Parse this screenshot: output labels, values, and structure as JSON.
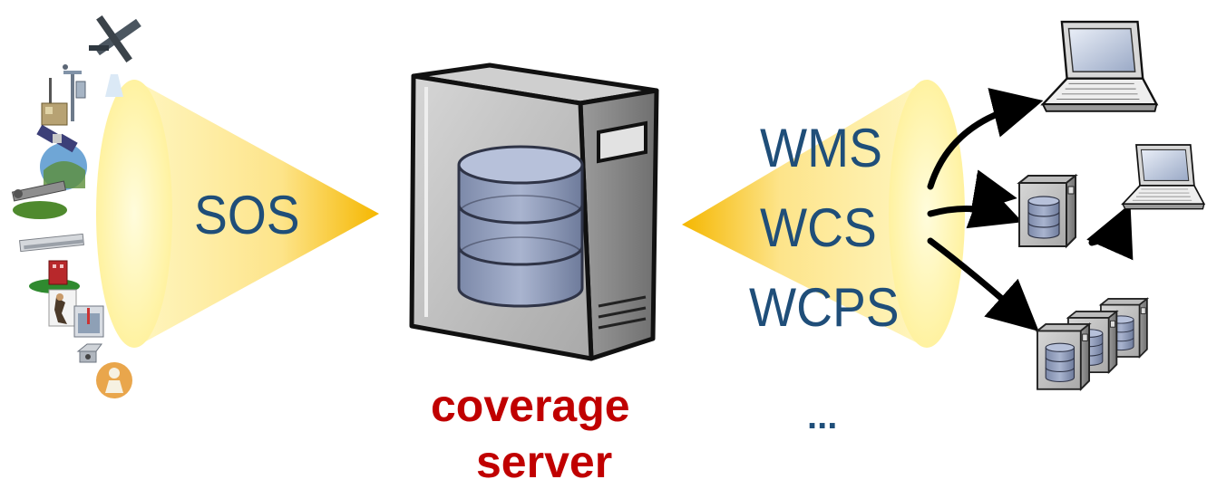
{
  "left_protocol": "SOS",
  "right_protocols": [
    "WMS",
    "WCS",
    "WCPS"
  ],
  "more_protocols": "...",
  "server_caption": {
    "line1": "coverage",
    "line2": "server"
  },
  "colors": {
    "protocol_text": "#1f4e79",
    "caption_text": "#c00000",
    "cone_glow": "#ffe57a",
    "cone_tip": "#f7c21a",
    "server_body": "#c8c8c8",
    "database": "#8a97b5",
    "arrows": "#000000"
  },
  "icons": {
    "sensors": [
      "drone-icon",
      "weather-station-icon",
      "field-sensor-icon",
      "satellite-icon",
      "ground-station-icon",
      "rail-sensor-icon",
      "building-sensor-icon",
      "diver-icon",
      "tank-sensor-icon",
      "camera-sensor-icon",
      "person-sensor-icon"
    ],
    "clients": [
      "laptop-icon",
      "database-server-icon",
      "laptop-icon",
      "server-cluster-icon"
    ]
  }
}
